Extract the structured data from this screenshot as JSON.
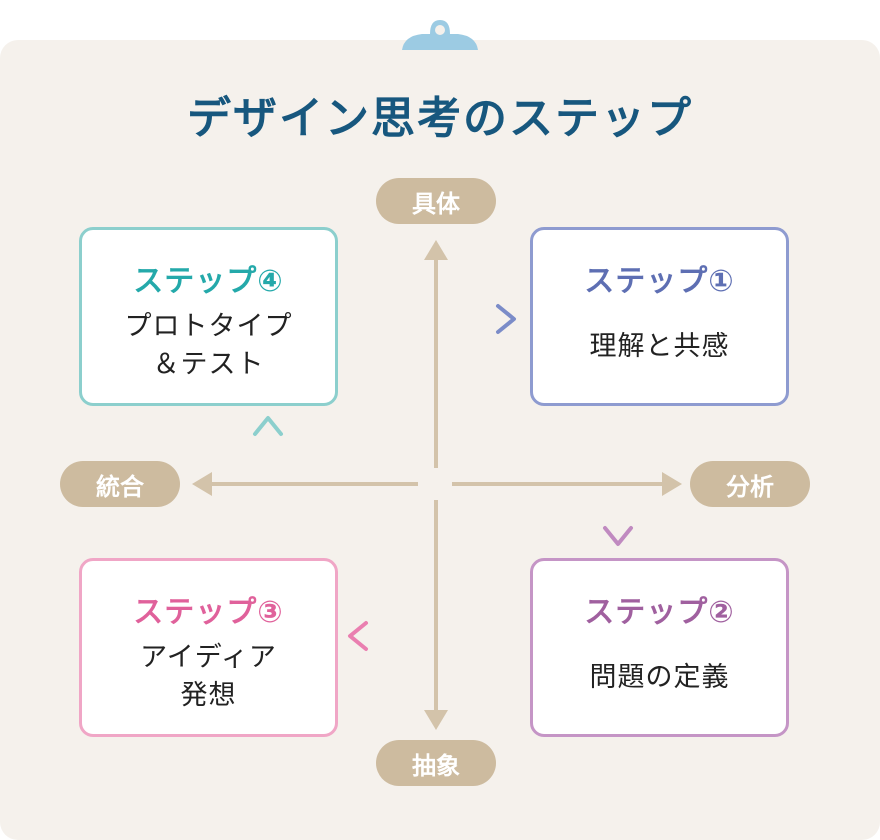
{
  "title": "デザイン思考のステップ",
  "axes": {
    "top": "具体",
    "bottom": "抽象",
    "left": "統合",
    "right": "分析"
  },
  "steps": [
    {
      "label": "ステップ①",
      "desc1": "理解と共感",
      "desc2": "",
      "color": "#5e6fb3",
      "border": "#8e9bd0"
    },
    {
      "label": "ステップ②",
      "desc1": "問題の定義",
      "desc2": "",
      "color": "#a0609f",
      "border": "#c595c6"
    },
    {
      "label": "ステップ③",
      "desc1": "アイディア",
      "desc2": "発想",
      "color": "#e0619b",
      "border": "#f0a6c6"
    },
    {
      "label": "ステップ④",
      "desc1": "プロトタイプ",
      "desc2": "＆テスト",
      "color": "#24a9aa",
      "border": "#8ccfcd"
    }
  ],
  "colors": {
    "title": "#17577e",
    "pill": "#cdbb9f",
    "axis": "#d3c3aa",
    "background": "#f5f1ec",
    "clip": "#9ccbe3"
  }
}
